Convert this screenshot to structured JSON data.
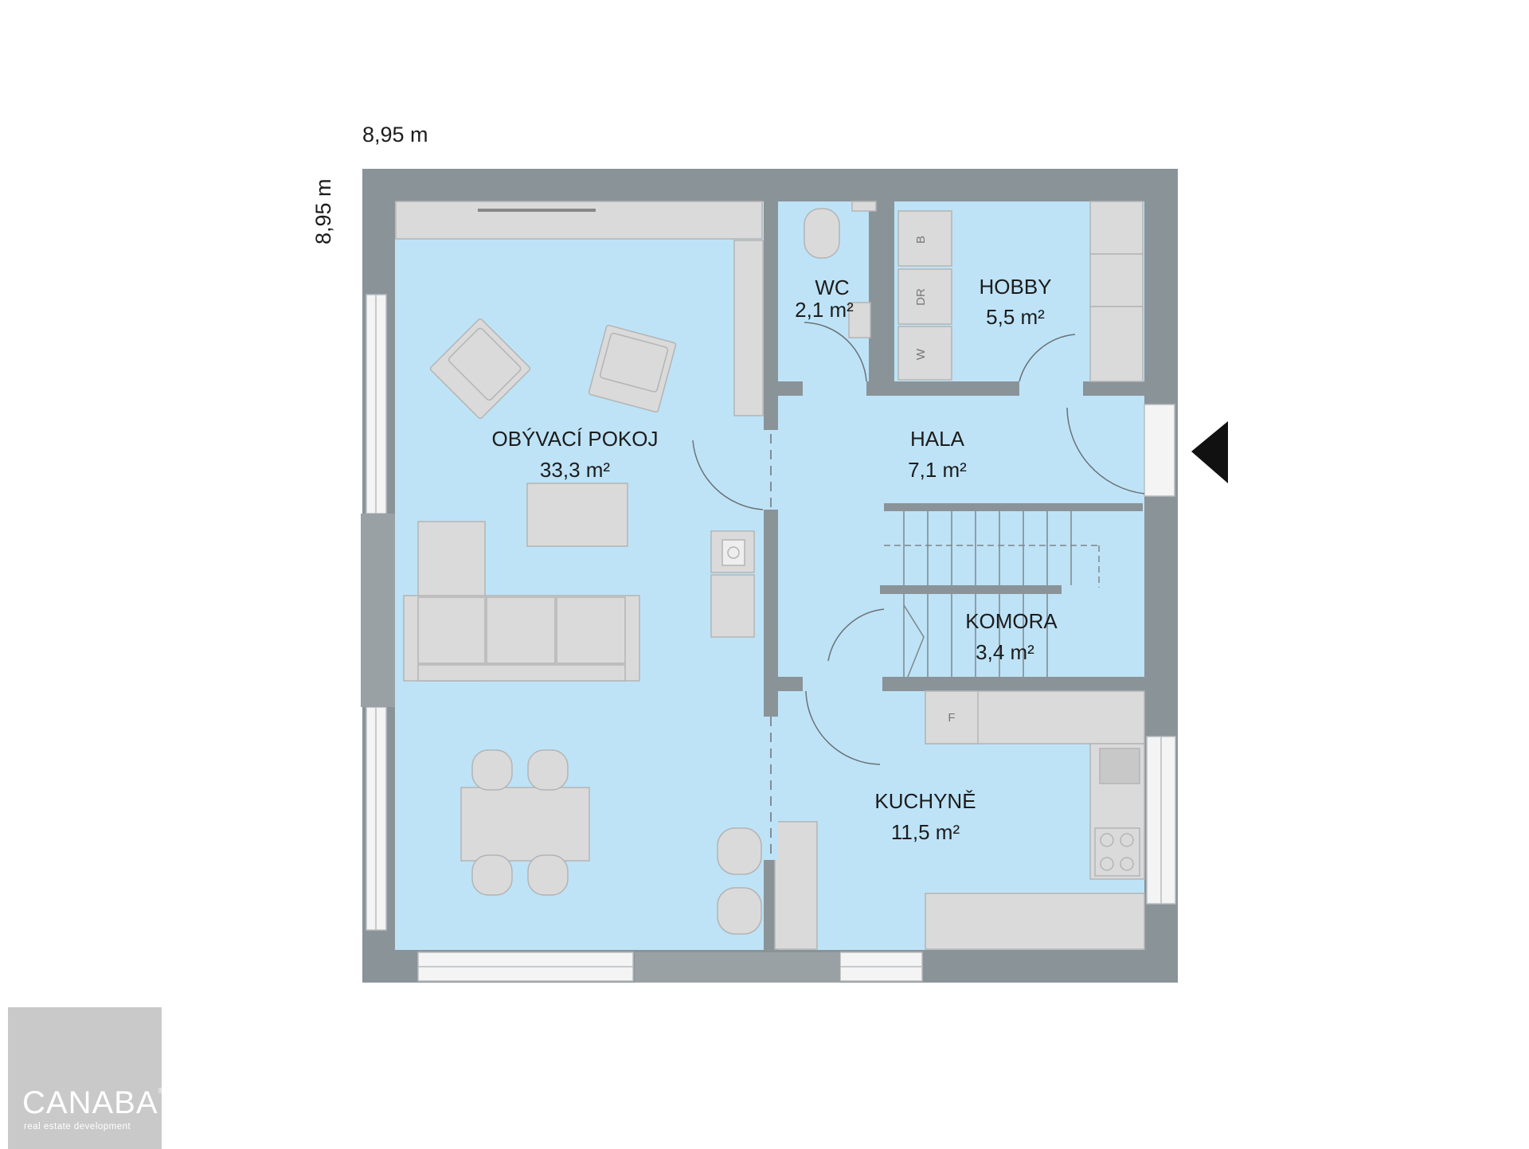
{
  "dimensions": {
    "width_label": "8,95 m",
    "height_label": "8,95 m"
  },
  "rooms": {
    "living": {
      "name": "OBÝVACÍ POKOJ",
      "area": "33,3 m²"
    },
    "wc": {
      "name": "WC",
      "area": "2,1 m²"
    },
    "hobby": {
      "name": "HOBBY",
      "area": "5,5 m²"
    },
    "hall": {
      "name": "HALA",
      "area": "7,1 m²"
    },
    "storage": {
      "name": "KOMORA",
      "area": "3,4 m²"
    },
    "kitchen": {
      "name": "KUCHYNĚ",
      "area": "11,5 m²"
    }
  },
  "appliances": {
    "boiler": "B",
    "dryer": "DR",
    "washer": "W",
    "fridge": "F"
  },
  "logo": {
    "name": "CANABA",
    "reg_mark": "®",
    "tagline": "real estate development"
  },
  "colors": {
    "wall": "#8a9398",
    "floor": "#bee3f7",
    "furniture": "#dadada",
    "entrance_arrow": "#111111"
  }
}
